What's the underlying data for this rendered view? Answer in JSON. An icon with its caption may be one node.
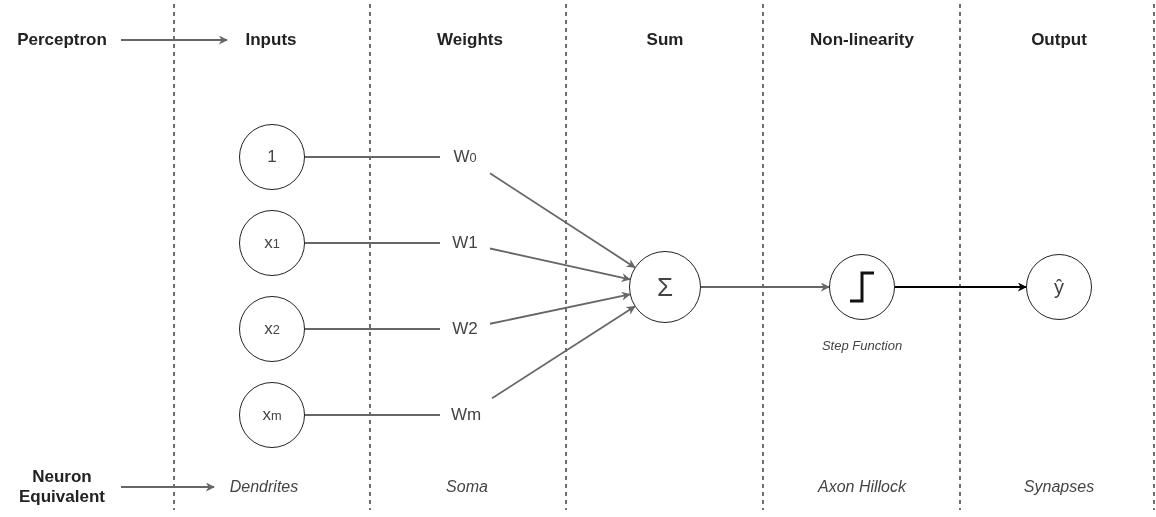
{
  "diagram": {
    "nodes": [
      {
        "text": [
          "Perceptron"
        ]
      },
      {
        "text": [
          "Inputs"
        ]
      },
      {
        "text": [
          "Neuron Equivalent"
        ]
      },
      {
        "text": [
          "Dendrites"
        ]
      },
      {
        "text": [
          "1"
        ]
      },
      {
        "text": [
          "x$_{1}$"
        ]
      },
      {
        "text": [
          "x$_{2}$"
        ]
      },
      {
        "text": [
          "x$_{m}$"
        ]
      },
      {
        "text": [
          "W$_{0}$"
        ]
      },
      {
        "text": [
          "W1"
        ]
      },
      {
        "text": [
          "W2"
        ]
      },
      {
        "text": [
          "Wm"
        ]
      },
      {
        "text": [
          "Σ"
        ]
      },
      {
        "text": [],
        "shape": "circle",
        "beside": [
          "Step Function"
        ]
      },
      {
        "text": [
          "ŷ"
        ]
      }
    ],
    "edges": [
      {
        "from": 0,
        "to": 1,
        "arrow": "to"
      },
      {
        "from": 2,
        "to": 3,
        "arrow": "to"
      },
      {
        "from": 4,
        "to": 8,
        "arrow": "none"
      },
      {
        "from": 5,
        "to": 9,
        "arrow": "none"
      },
      {
        "from": 6,
        "to": 10,
        "arrow": "none"
      },
      {
        "from": 7,
        "to": 11,
        "arrow": "none"
      },
      {
        "from": 8,
        "to": 12,
        "arrow": "to"
      },
      {
        "from": 9,
        "to": 12,
        "arrow": "to"
      },
      {
        "from": 10,
        "to": 12,
        "arrow": "to"
      },
      {
        "from": 11,
        "to": 12,
        "arrow": "to"
      },
      {
        "from": 12,
        "to": 13,
        "arrow": "to"
      },
      {
        "from": 13,
        "to": 14,
        "arrow": "to",
        "color": "#000000"
      }
    ],
    "labels": [
      "Weights",
      "Sum",
      "Non-linearity",
      "Output",
      "Soma",
      "Axon Hillock",
      "Synapses"
    ]
  }
}
